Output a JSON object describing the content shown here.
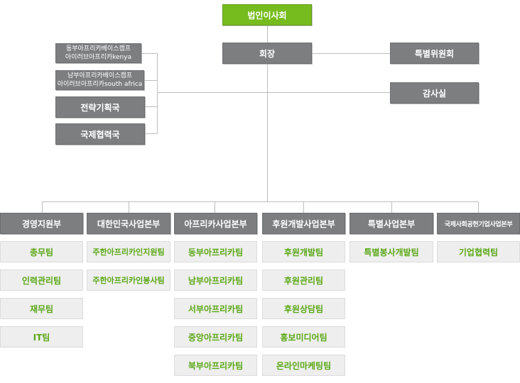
{
  "top": "법인이사회",
  "chairman": "회장",
  "special_committee": "특별위원회",
  "audit": "감사실",
  "left_offices": [
    {
      "line1": "동부아프리카베이스캠프",
      "line2": "아이러브아프리카kenya"
    },
    {
      "line1": "남부아프리카베이스캠프",
      "line2": "아이러브아프리카south africa"
    }
  ],
  "left_depts": [
    "전략기획국",
    "국제협력국"
  ],
  "divisions": [
    {
      "name": "경영지원부",
      "teams": [
        "총무팀",
        "인력관리팀",
        "재무팀",
        "IT팀"
      ]
    },
    {
      "name": "대한민국사업본부",
      "teams": [
        "주한아프리카인지원팀",
        "주한아프리카인봉사팀"
      ]
    },
    {
      "name": "아프리카사업본부",
      "teams": [
        "동부아프리카팀",
        "남부아프리카팀",
        "서부아프리카팀",
        "중앙아프리카팀",
        "북부아프리카팀"
      ]
    },
    {
      "name": "후원개발사업본부",
      "teams": [
        "후원개발팀",
        "후원관리팀",
        "후원상담팀",
        "홍보미디어팀",
        "온라인마케팅팀"
      ]
    },
    {
      "name": "특별사업본부",
      "teams": [
        "특별봉사개발팀"
      ]
    },
    {
      "name": "국제사회공헌기업사업본부",
      "teams": [
        "기업협력팀"
      ]
    }
  ]
}
